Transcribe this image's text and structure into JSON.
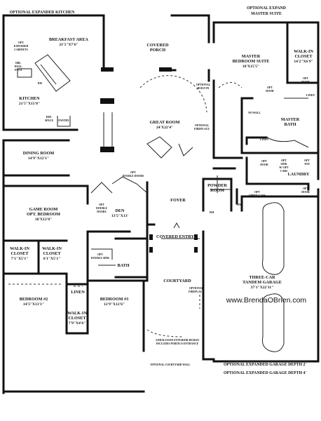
{
  "headers": {
    "optional_kitchen": "OPTIONAL EXPANDED KITCHEN",
    "optional_master_1": "OPTIONAL EXPAND",
    "optional_master_2": "MASTER SUITE"
  },
  "rooms": {
    "breakfast": {
      "name": "BREAKFAST AREA",
      "dim": "21'5\"X7'6\""
    },
    "porch": {
      "name1": "COVERED",
      "name2": "PORCH"
    },
    "master_suite": {
      "name1": "MASTER",
      "name2": "BEDROOM SUITE",
      "dim": "18'X15'5\""
    },
    "walkin_master": {
      "name1": "WALK-IN",
      "name2": "CLOSET",
      "dim": "14'2\"X6'9\""
    },
    "kitchen": {
      "name": "KITCHEN",
      "dim": "21'5\"X15'8\""
    },
    "great_room": {
      "name": "GREAT ROOM",
      "dim": "24'X22'4\""
    },
    "master_bath": {
      "name1": "MASTER",
      "name2": "BATH"
    },
    "dining": {
      "name": "DINING ROOM",
      "dim": "14'9\"X12'1\""
    },
    "laundry": {
      "name": "LAUNDRY"
    },
    "powder": {
      "name1": "POWDER",
      "name2": "ROOM"
    },
    "foyer": {
      "name": "FOYER"
    },
    "game": {
      "name1": "GAME ROOM",
      "name2": "OPT. BEDROOM",
      "dim": "18'X12'8\""
    },
    "den": {
      "name": "DEN",
      "dim": "13'5\"X13'"
    },
    "covered_entry": {
      "name": "COVERED ENTRY"
    },
    "walkin_1": {
      "name1": "WALK-IN",
      "name2": "CLOSET",
      "dim": "7'1\"X5'1\""
    },
    "walkin_2": {
      "name1": "WALK-IN",
      "name2": "CLOSET",
      "dim": "6'1\"X5'1\""
    },
    "bath": {
      "name": "BATH"
    },
    "courtyard": {
      "name": "COURTYARD"
    },
    "garage": {
      "name1": "THREE-CAR",
      "name2": "TANDEM GARAGE",
      "dim": "37'1\"X22'11\""
    },
    "bedroom2": {
      "name": "BEDROOM #2",
      "dim": "14'5\"X13'1\""
    },
    "bedroom3": {
      "name": "BEDROOM #3",
      "dim": "12'9\"X12'6\""
    },
    "linen_hall": {
      "name": "LINEN"
    },
    "walkin_3": {
      "name1": "WALK-IN",
      "name2": "CLOSET",
      "dim": "7'9\"X4'6\""
    }
  },
  "notes": {
    "opt_cabinets": [
      "OPT.",
      "EXPANDED",
      "CABINETS"
    ],
    "wall_oven": [
      "DBL",
      "WALL",
      "OVEN"
    ],
    "dw": "DW",
    "ref_space": [
      "REF.",
      "SPACE"
    ],
    "pantry": "PANTRY",
    "opt_built_in": [
      "OPTIONAL",
      "BUILT-IN"
    ],
    "opt_fireplace_great": [
      "OPTIONAL",
      "FIREPLACE"
    ],
    "opt_door_master": [
      "OPT",
      "DOOR"
    ],
    "opt_door_closet": [
      "OPT",
      "DOOR"
    ],
    "linen_closet": "LINEN",
    "no_wall": "NO WALL",
    "linen_bath": "LINEN",
    "opt_door_laundry": [
      "OPT",
      "DOOR"
    ],
    "opt_sink": [
      "OPT",
      "SINK",
      "W/ OPT",
      "CABS"
    ],
    "opt_wd": [
      "OPT",
      "W/D"
    ],
    "opt_upper_cabs": [
      "OPT",
      "UPPER CABS"
    ],
    "opt_door_garage": [
      "OPT",
      "DOOR"
    ],
    "dn": "DN",
    "wh": "WH",
    "opt_double_doors_top": [
      "OPT",
      "DOUBLE DOORS"
    ],
    "opt_double_doors_den": [
      "OPT",
      "DOUBLE",
      "DOORS"
    ],
    "opt_double_sink": [
      "OPT",
      "DOUBLE SINK"
    ],
    "opt_fireplace_court": [
      "OPTIONAL",
      "FIREPLACE"
    ],
    "ext_design": [
      "ANDALUSIAN EXTERIOR DESIGN",
      "INCLUDES PORTICO ENTRANCE"
    ],
    "courtyard_wall": "OPTIONAL COURTYARD WALL"
  },
  "footer": {
    "garage_2": "OPTIONAL EXPANDED GARAGE DEPTH 2'",
    "garage_4": "OPTIONAL EXPANDED GARAGE DEPTH 4'"
  },
  "watermark": "www.BrendaOBrien.com"
}
